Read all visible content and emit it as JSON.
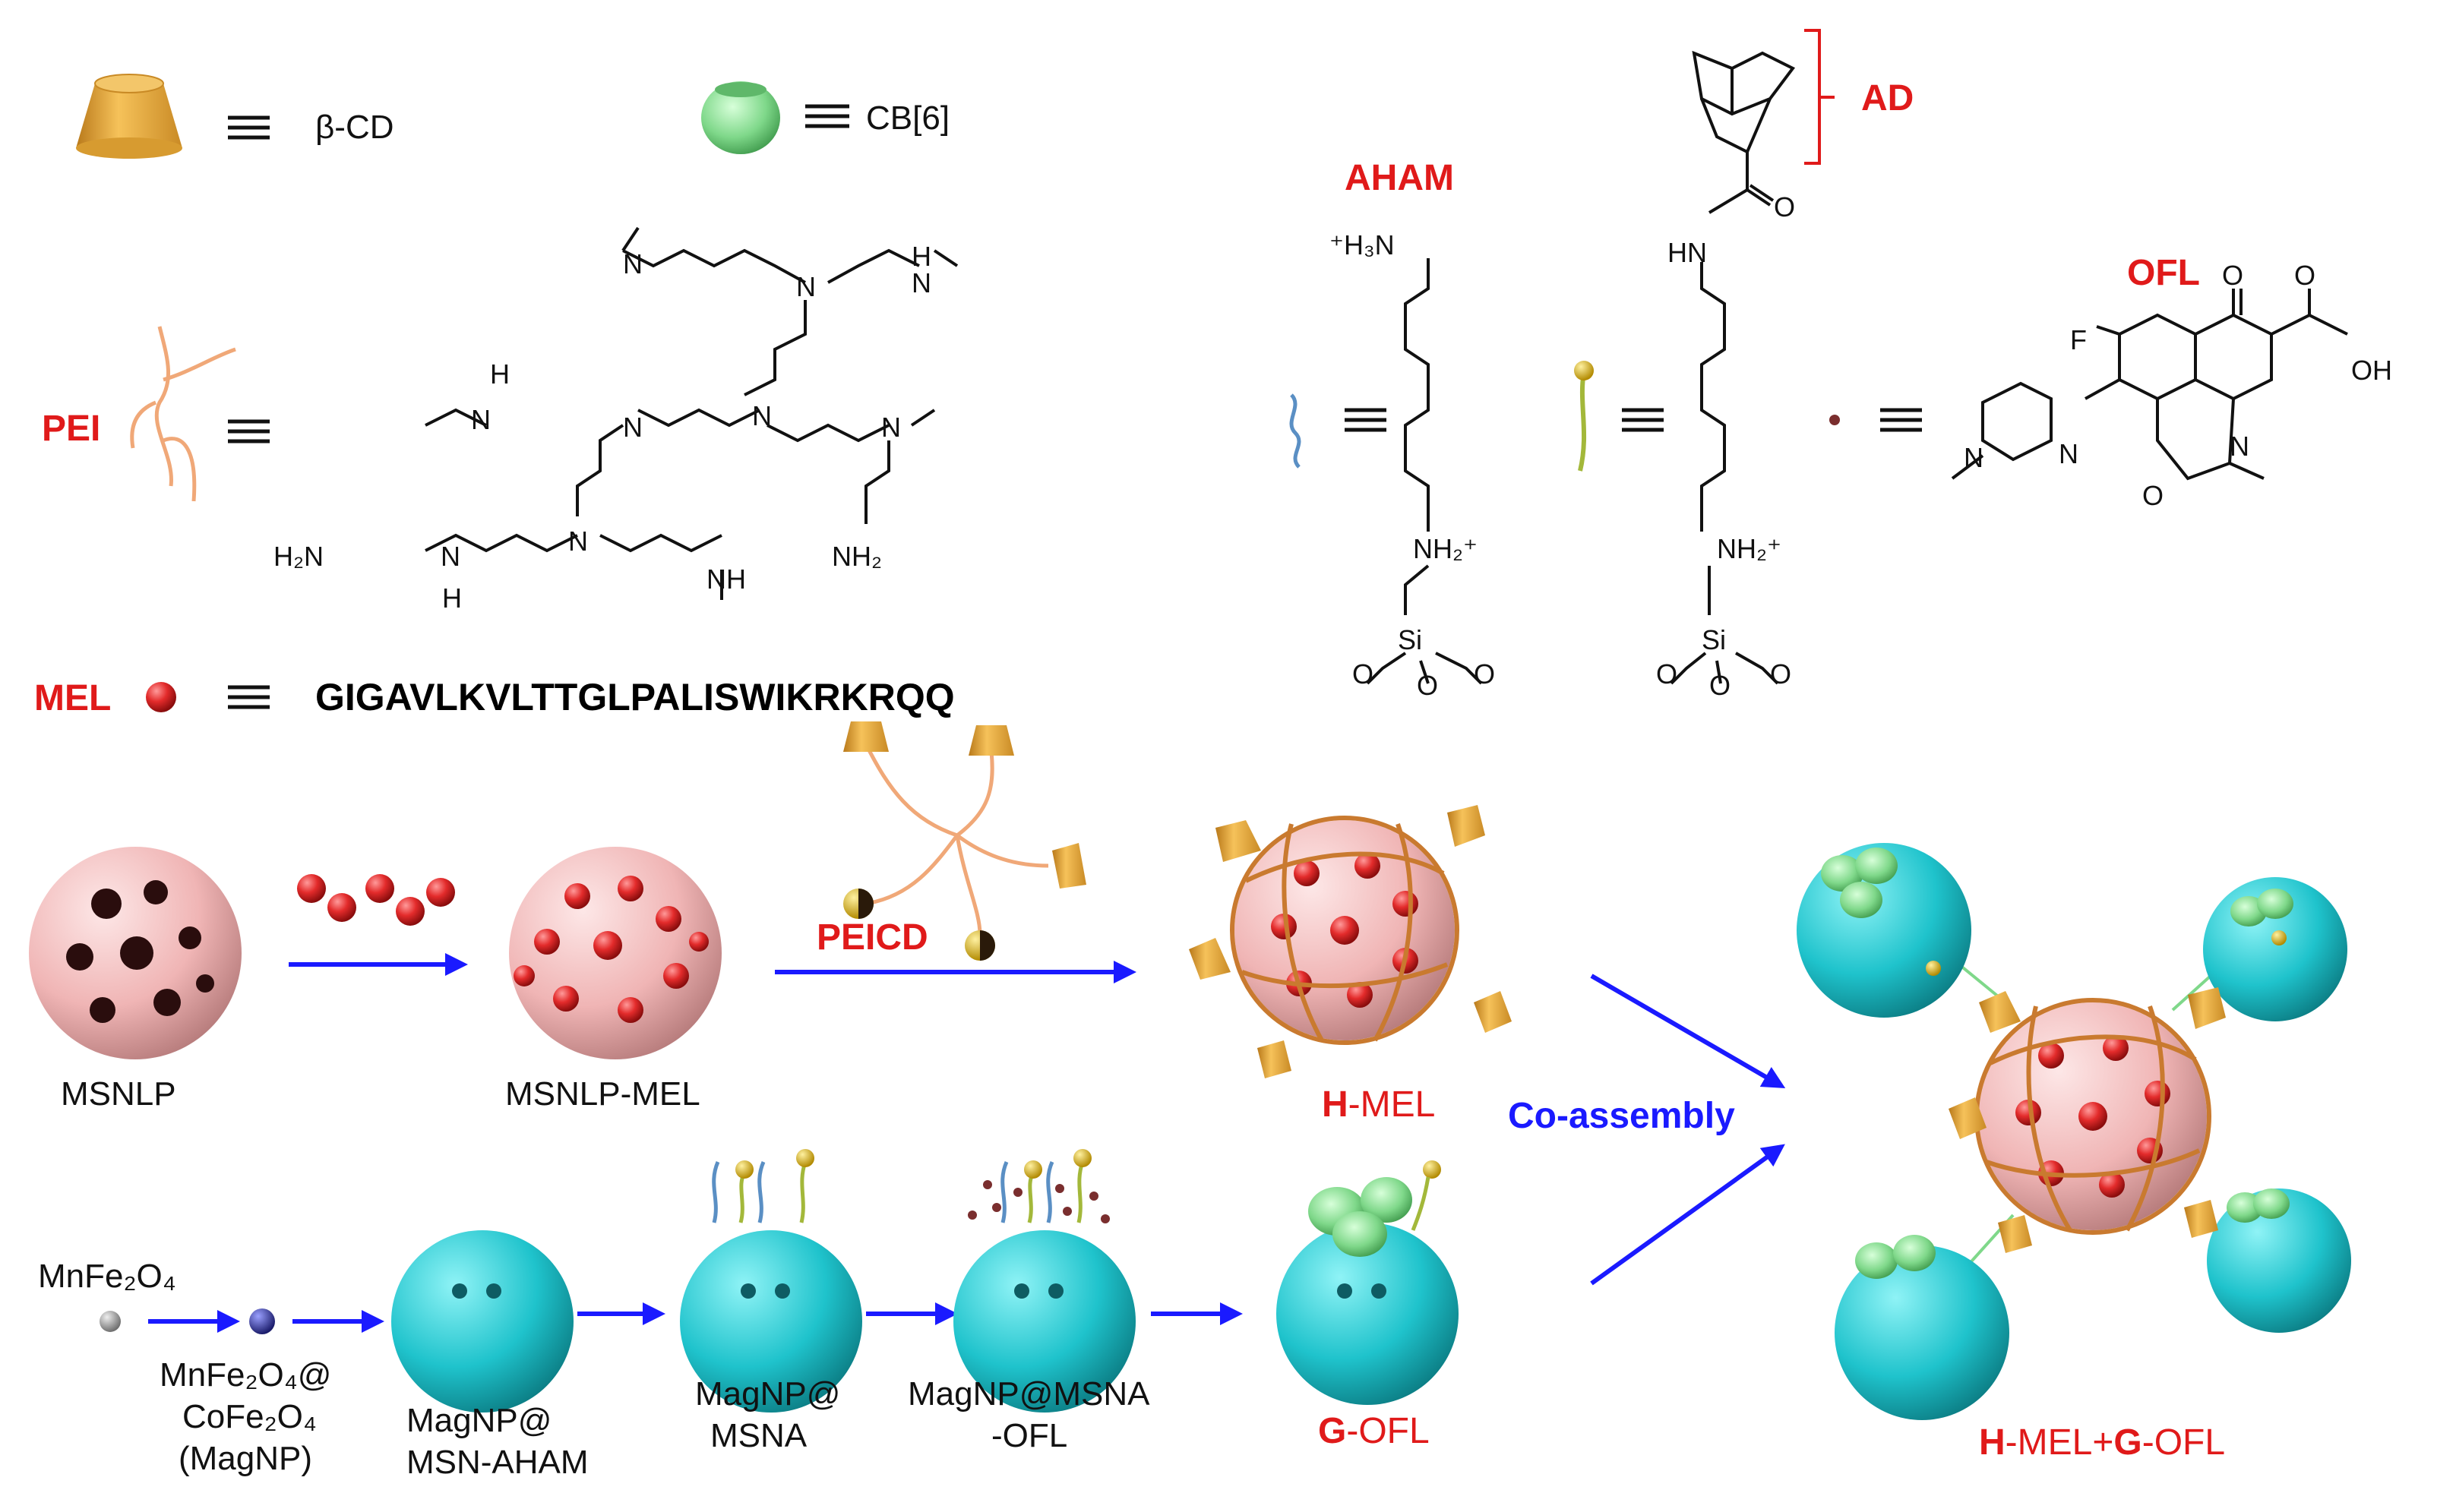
{
  "legend": {
    "beta_cd": "β-CD",
    "cb6": "CB[6]",
    "pei": "PEI",
    "mel": "MEL",
    "mel_sequence": "GIGAVLKVLTTGLPALISWIKRKRQQ"
  },
  "molecules": {
    "aham": "AHAM",
    "ad": "AD",
    "ofl": "OFL",
    "atoms": {
      "h3n": "⁺H₃N",
      "nh2plus": "NH₂⁺",
      "si": "Si",
      "o": "O",
      "hn": "HN",
      "oh": "OH",
      "f": "F",
      "n": "N",
      "nh": "NH",
      "h": "H",
      "h2n": "H₂N",
      "nh2": "NH₂"
    }
  },
  "scheme": {
    "msnlp": "MSNLP",
    "msnlp_mel": "MSNLP-MEL",
    "peicd": "PEICD",
    "h_mel_prefix": "H",
    "h_mel_suffix": "-MEL",
    "co_assembly": "Co-assembly",
    "final_h": "H",
    "final_mid": "-MEL+",
    "final_g": "G",
    "final_end": "-OFL",
    "mnfe2o4": "MnFe₂O₄",
    "magnp_line1": "MnFe₂O₄@",
    "magnp_line2": "CoFe₂O₄",
    "magnp_line3": "(MagNP)",
    "msn_aham_line1": "MagNP@",
    "msn_aham_line2": "MSN-AHAM",
    "msna_line1": "MagNP@",
    "msna_line2": "MSNA",
    "msna_ofl_line1": "MagNP@MSNA",
    "msna_ofl_line2": "-OFL",
    "g_ofl_prefix": "G",
    "g_ofl_suffix": "-OFL"
  },
  "colors": {
    "red_label": "#e01a1a",
    "arrow_blue": "#1a1aff",
    "cd_orange": "#e8a93a",
    "cb_green": "#7fd88a",
    "particle_pink": "#f2bcbc",
    "mel_red": "#e32b2b",
    "magnetic_cyan": "#1fc3cc"
  }
}
